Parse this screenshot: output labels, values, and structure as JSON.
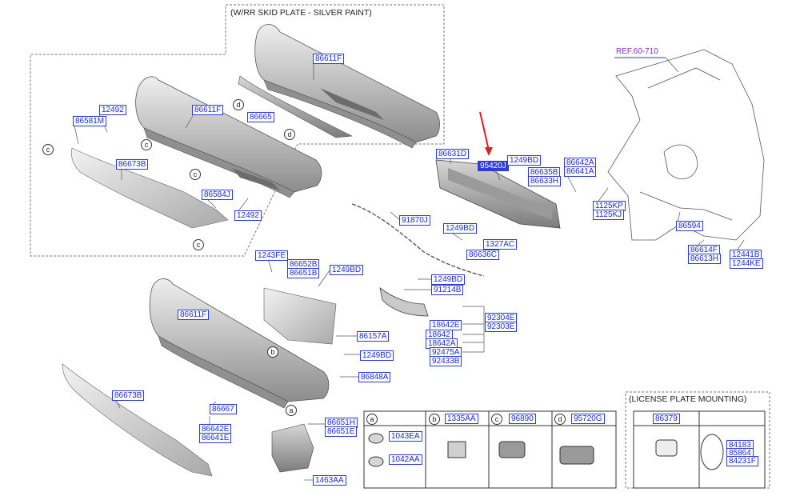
{
  "titles": {
    "skid_plate": "(W/RR SKID PLATE - SILVER PAINT)",
    "license_plate": "(LICENSE PLATE MOUNTING)"
  },
  "ref_label": "REF.60-710",
  "colors": {
    "part_border": "#2f3bd6",
    "part_text": "#1d2bd1",
    "selected_fill": "#2f3bd6",
    "arrow": "#e02020",
    "ref_text": "#8a2bb5"
  },
  "labels": {
    "p86611F_top": "86611F",
    "p86665": "86665",
    "p12492_a": "12492",
    "p86581M": "86581M",
    "p86611F_mid": "86611F",
    "p86673B_a": "86673B",
    "p86584J": "86584J",
    "p12492_b": "12492",
    "p86631D": "86631D",
    "p95420J": "95420J",
    "p1249BD_a": "1249BD",
    "p86635B": "86635B",
    "p86633H": "86633H",
    "p86642A": "86642A",
    "p86641A": "86641A",
    "p1125KP": "1125KP",
    "p1125KJ": "1125KJ",
    "p86594": "86594",
    "p86614F": "86614F",
    "p86613H": "86613H",
    "p12441B": "12441B",
    "p1244KE": "1244KE",
    "p91870J": "91870J",
    "p1249BD_b": "1249BD",
    "p1327AC": "1327AC",
    "p86636C": "86636C",
    "p1243FE": "1243FE",
    "p86652B": "86652B",
    "p86651B": "86651B",
    "p1249BD_c": "1249BD",
    "p1249BD_d": "1249BD",
    "p91214B": "91214B",
    "p18642E": "18642E",
    "p92304E": "92304E",
    "p92303E": "92303E",
    "p18642": "18642",
    "p18642A": "18642A",
    "p92475A": "92475A",
    "p92433B": "92433B",
    "p86611F_low": "86611F",
    "p86157A": "86157A",
    "p1249BD_e": "1249BD",
    "p86848A": "86848A",
    "p86673B_b": "86673B",
    "p86667": "86667",
    "p86642E": "86642E",
    "p86641E": "86641E",
    "p86651H": "86651H",
    "p86651E": "86651E",
    "p1463AA": "1463AA",
    "p1043EA": "1043EA",
    "p1042AA": "1042AA",
    "p1335AA": "1335AA",
    "p96890": "96890",
    "p95720G": "95720G",
    "p86379": "86379",
    "p84183": "84183",
    "p85864": "85864",
    "p84231F": "84231F"
  },
  "callouts": {
    "c": "c",
    "d": "d",
    "b": "b",
    "a": "a"
  }
}
